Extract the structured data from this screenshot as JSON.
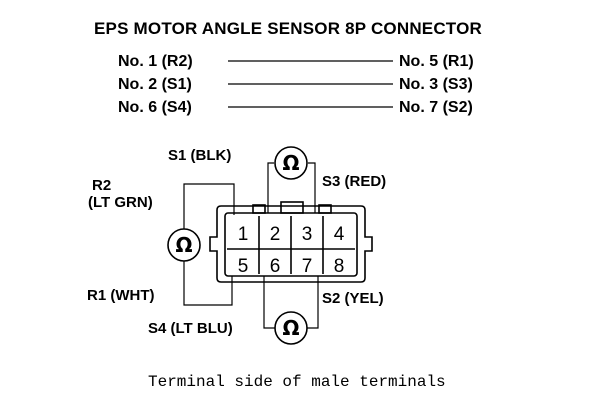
{
  "title": "EPS MOTOR ANGLE SENSOR 8P CONNECTOR",
  "pairs": [
    {
      "left": "No. 1 (R2)",
      "right": "No. 5 (R1)"
    },
    {
      "left": "No. 2 (S1)",
      "right": "No. 3 (S3)"
    },
    {
      "left": "No. 6 (S4)",
      "right": "No. 7 (S2)"
    }
  ],
  "wire_labels": {
    "s1": "S1 (BLK)",
    "s3": "S3 (RED)",
    "r2_line1": "R2",
    "r2_line2": "(LT GRN)",
    "r1": "R1 (WHT)",
    "s4": "S4 (LT BLU)",
    "s2": "S2 (YEL)"
  },
  "pins": [
    "1",
    "2",
    "3",
    "4",
    "5",
    "6",
    "7",
    "8"
  ],
  "ohm_symbol": "Ω",
  "caption": "Terminal side of male terminals"
}
